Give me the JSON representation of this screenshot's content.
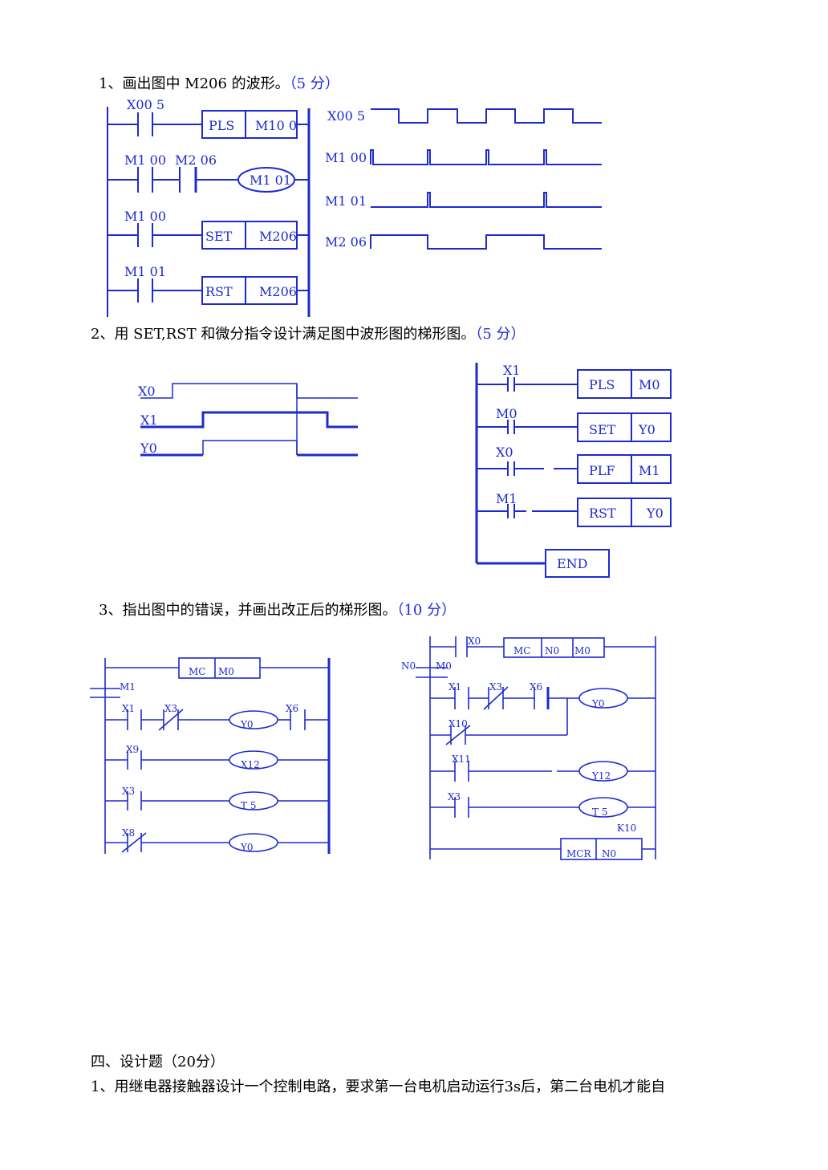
{
  "q1": {
    "text": "1、画出图中 M206 的波形。",
    "points": "（5 分）"
  },
  "q2": {
    "text": "2、用 SET,RST 和微分指令设计满足图中波形图的梯形图。",
    "points": "（5 分）"
  },
  "q3": {
    "text": "3、指出图中的错误，并画出改正后的梯形图。",
    "points": "（10 分）"
  },
  "section4": {
    "title": "四、设计题（20分）",
    "q1": "1、用继电器接触器设计一个控制电路，要求第一台电机启动运行3s后，第二台电机才能自"
  },
  "fig1": {
    "labels": {
      "x005": "X00 5",
      "m100a": "M1 00",
      "m206c": "M2 06",
      "m100b": "M1 00",
      "m101a": "M1 01"
    },
    "boxes": {
      "pls": "PLS",
      "m100": "M10 0",
      "set": "SET",
      "m206a": "M206",
      "rst": "RST",
      "m206b": "M206"
    },
    "coil": "M1 01",
    "wave_labels": {
      "x005": "X00 5",
      "m100": "M1 00",
      "m101": "M1 01",
      "m206": "M2 06"
    }
  },
  "fig2": {
    "wave_labels": {
      "x0": "X0",
      "x1": "X1",
      "y0": "Y0"
    },
    "ladder_labels": {
      "x1": "X1",
      "m0": "M0",
      "x0": "X0",
      "m1": "M1"
    },
    "boxes": {
      "pls": "PLS",
      "pls_op": "M0",
      "set": "SET",
      "set_op": "Y0",
      "plf": "PLF",
      "plf_op": "M1",
      "rst": "RST",
      "rst_op": "Y0",
      "end": "END"
    }
  },
  "fig3": {
    "left": {
      "mc": "MC",
      "mc_op": "M0",
      "m1": "M1",
      "x1": "X1",
      "x3": "X3",
      "y0a": "Y0",
      "x6": "X6",
      "x9": "X9",
      "x12": "X12",
      "x3b": "X3",
      "t5": "T 5",
      "x8": "X8",
      "y0b": "Y0"
    },
    "right": {
      "x0": "X0",
      "mc": "MC",
      "mc_n": "N0",
      "mc_m": "M0",
      "n0": "N0",
      "m0": "M0",
      "x1": "X1",
      "x3": "X3",
      "x6": "X6",
      "y0": "Y0",
      "x10": "X10",
      "x11": "X11",
      "y12": "Y12",
      "x3b": "X3",
      "t5": "T 5",
      "k10": "K10",
      "mcr": "MCR",
      "mcr_n": "N0"
    }
  }
}
